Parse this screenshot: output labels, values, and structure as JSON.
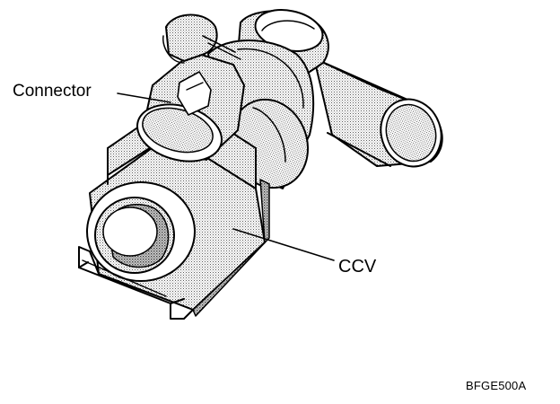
{
  "labels": {
    "connector": "Connector",
    "ccv": "CCV"
  },
  "figure_code": "BFGE500A",
  "colors": {
    "line": "#000000",
    "fill": "#ffffff",
    "shade": "#8c8c8c"
  }
}
